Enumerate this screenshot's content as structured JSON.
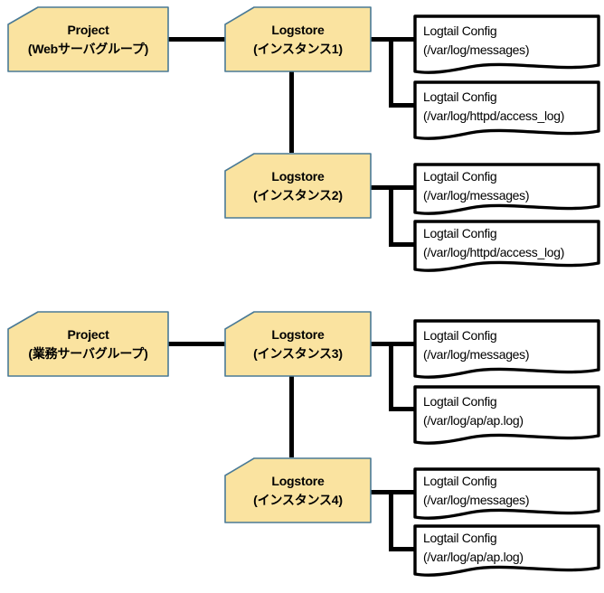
{
  "diagram": {
    "type": "tree",
    "title": "",
    "colors": {
      "tag_fill": "#fae3a0",
      "tag_stroke": "#4a7a96",
      "doc_fill": "#ffffff",
      "doc_stroke": "#000000",
      "connector": "#000000",
      "text": "#000000",
      "background": "#ffffff"
    },
    "groups": [
      {
        "project": {
          "line_1": "Project",
          "line_2": "(Webサーバグループ)"
        },
        "logstores": [
          {
            "line_1": "Logstore",
            "line_2": "(インスタンス1)",
            "configs": [
              {
                "line_1": "Logtail Config",
                "line_2": "(/var/log/messages)"
              },
              {
                "line_1": "Logtail Config",
                "line_2": "(/var/log/httpd/access_log)"
              }
            ]
          },
          {
            "line_1": "Logstore",
            "line_2": "(インスタンス2)",
            "configs": [
              {
                "line_1": "Logtail Config",
                "line_2": "(/var/log/messages)"
              },
              {
                "line_1": "Logtail Config",
                "line_2": "(/var/log/httpd/access_log)"
              }
            ]
          }
        ]
      },
      {
        "project": {
          "line_1": "Project",
          "line_2": "(業務サーバグループ)"
        },
        "logstores": [
          {
            "line_1": "Logstore",
            "line_2": "(インスタンス3)",
            "configs": [
              {
                "line_1": "Logtail Config",
                "line_2": "(/var/log/messages)"
              },
              {
                "line_1": "Logtail Config",
                "line_2": "(/var/log/ap/ap.log)"
              }
            ]
          },
          {
            "line_1": "Logstore",
            "line_2": "(インスタンス4)",
            "configs": [
              {
                "line_1": "Logtail Config",
                "line_2": "(/var/log/messages)"
              },
              {
                "line_1": "Logtail Config",
                "line_2": "(/var/log/ap/ap.log)"
              }
            ]
          }
        ]
      }
    ]
  }
}
